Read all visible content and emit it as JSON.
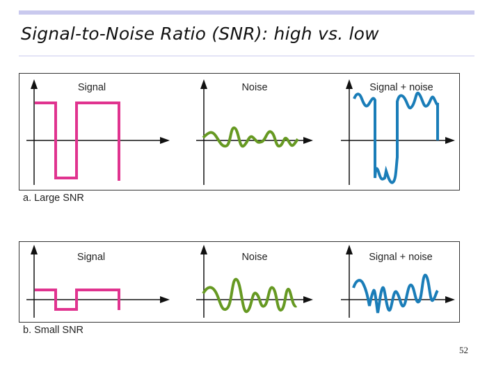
{
  "slide": {
    "title": "Signal-to-Noise Ratio (SNR): high vs. low",
    "page_number": "52"
  },
  "panels": [
    {
      "caption": "a. Large SNR",
      "labels": {
        "signal": "Signal",
        "noise": "Noise",
        "sum": "Signal + noise"
      }
    },
    {
      "caption": "b. Small  SNR",
      "labels": {
        "signal": "Signal",
        "noise": "Noise",
        "sum": "Signal + noise"
      }
    }
  ],
  "colors": {
    "signal": "#e0338f",
    "noise": "#669922",
    "sum": "#1a7db8",
    "axis": "#111111",
    "accent_bar": "#c9c9ee"
  }
}
